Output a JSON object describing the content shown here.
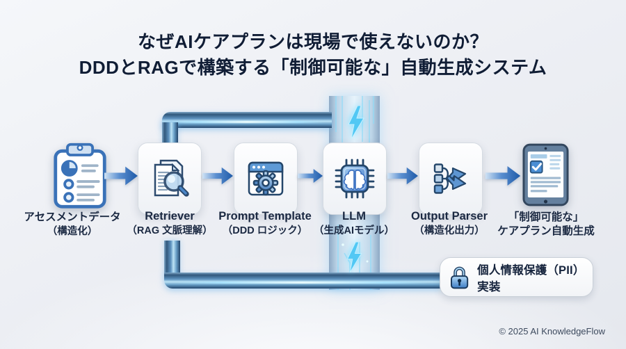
{
  "title": {
    "line1": "なぜAIケアプランは現場で使えないのか？",
    "line2": "DDDとRAGで構築する「制御可能な」自動生成システム"
  },
  "pipeline": {
    "steps": [
      {
        "icon": "clipboard-chart-icon",
        "label_line1": "アセスメントデータ",
        "label_line2": "（構造化）"
      },
      {
        "icon": "document-search-icon",
        "label_line1": "Retriever",
        "label_line2": "（RAG 文脈理解）"
      },
      {
        "icon": "window-gear-icon",
        "label_line1": "Prompt Template",
        "label_line2": "（DDD ロジック）"
      },
      {
        "icon": "chip-brain-icon",
        "label_line1": "LLM",
        "label_line2": "（生成AIモデル）"
      },
      {
        "icon": "branch-arrows-icon",
        "label_line1": "Output Parser",
        "label_line2": "（構造化出力）"
      },
      {
        "icon": "tablet-checklist-icon",
        "label_line1": "「制御可能な」",
        "label_line2": "ケアプラン自動生成"
      }
    ]
  },
  "pii_badge": {
    "icon": "lock-icon",
    "label": "個人情報保護（PII）実装"
  },
  "footer": {
    "copyright": "© 2025 AI KnowledgeFlow"
  },
  "colors": {
    "title_text": "#101d35",
    "label_text": "#1b2942",
    "arrow_blue": "#1e5aa8",
    "pipe_core": "#9fcae8",
    "energy_cyan": "#52c8f4",
    "lock_blue": "#3d7cc4",
    "card_border": "#d5dbe2",
    "background": "#edeff4"
  }
}
